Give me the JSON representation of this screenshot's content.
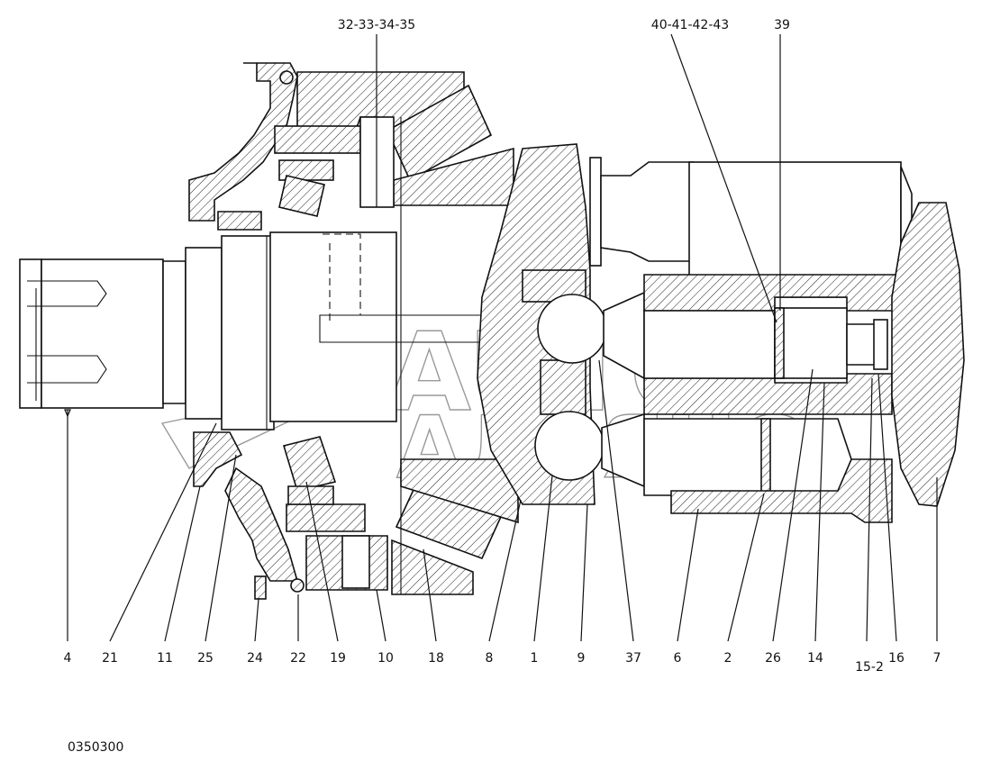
{
  "drawing_number": "0350300",
  "watermark": {
    "line1": "AUTO",
    "line2": "АЛЬЯНС"
  },
  "callouts_bottom": [
    "4",
    "21",
    "11",
    "25",
    "24",
    "22",
    "19",
    "10",
    "18",
    "8",
    "1",
    "9",
    "37",
    "6",
    "2",
    "26",
    "14",
    "15-2",
    "16",
    "7"
  ],
  "callouts_top": [
    "32-33-34-35",
    "40-41-42-43",
    "39"
  ]
}
